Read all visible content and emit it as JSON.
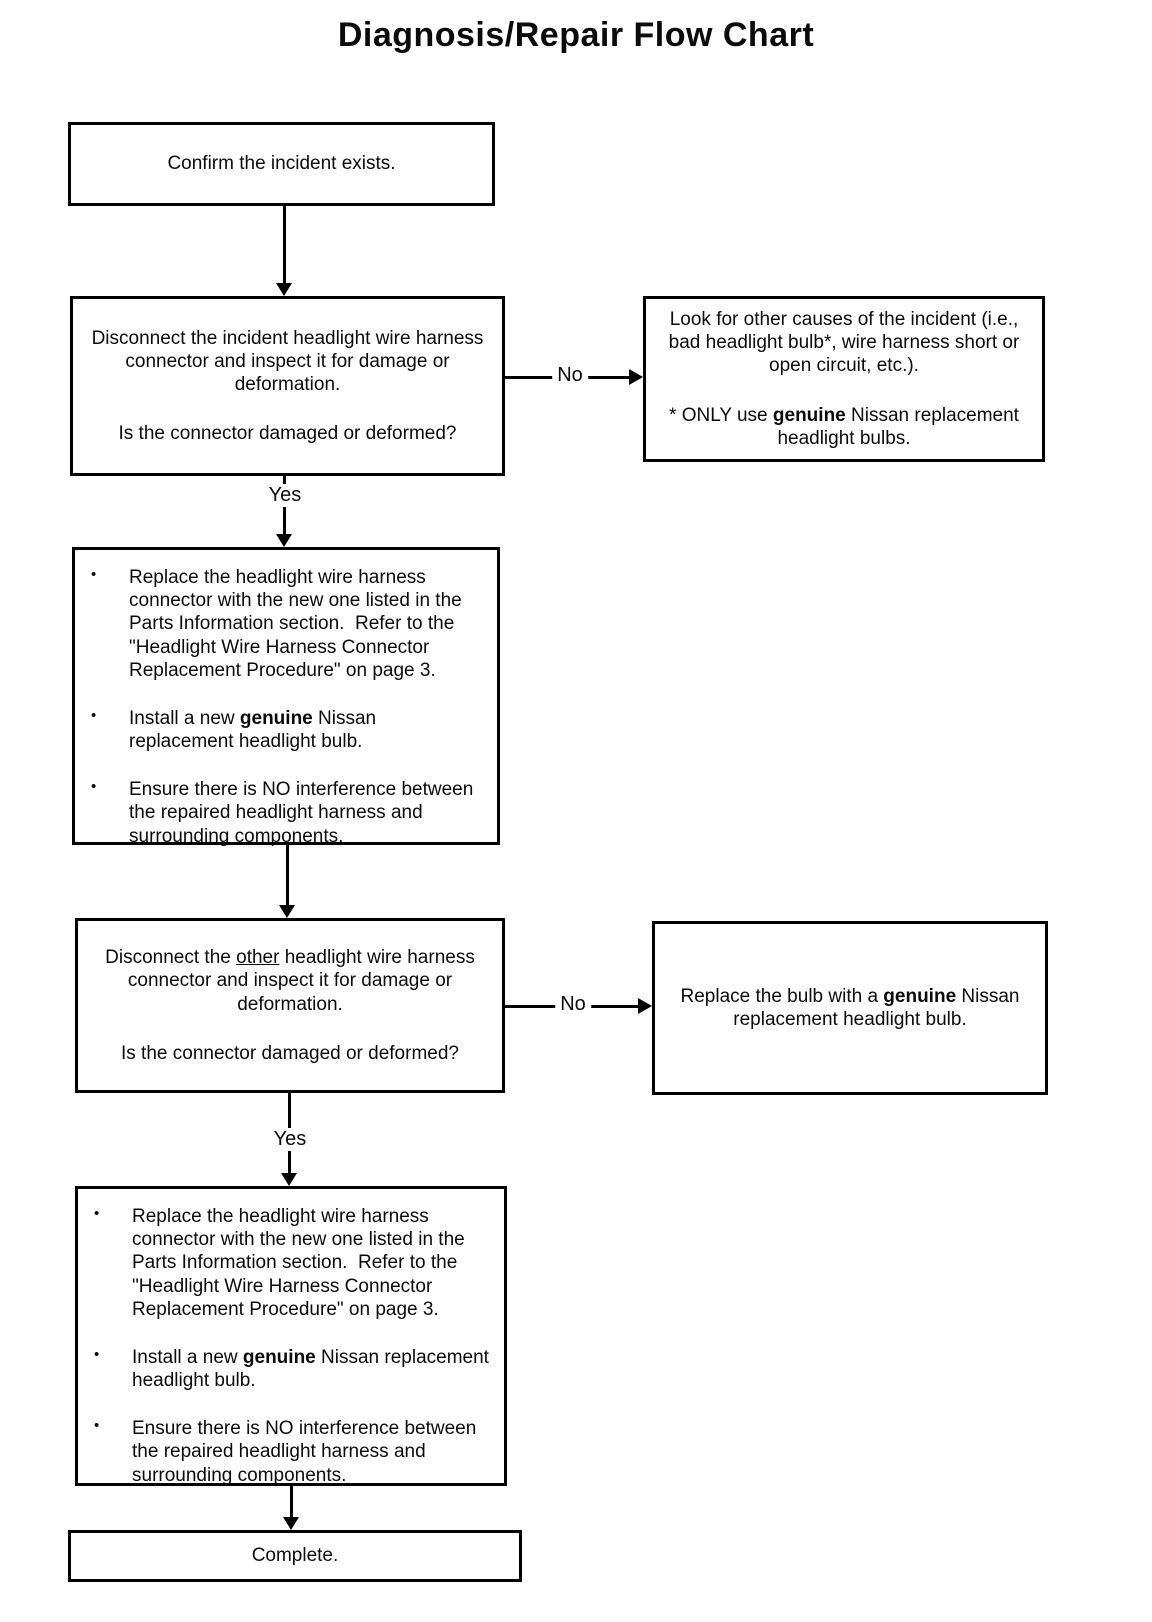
{
  "title": "Diagnosis/Repair Flow Chart",
  "labels": {
    "yes": "Yes",
    "no": "No",
    "bullet": "•"
  },
  "boxes": {
    "confirm": {
      "text": "Confirm the incident exists."
    },
    "decision_incident": {
      "statement": "Disconnect the incident headlight wire harness connector and inspect it for damage or deformation.",
      "question": "Is the connector damaged or deformed?"
    },
    "other_causes": {
      "p1": "Look for other causes of the incident (i.e., bad headlight bulb*, wire harness short or open circuit, etc.).",
      "p2_pre": "* ONLY use ",
      "p2_bold": "genuine",
      "p2_post": " Nissan replacement headlight bulbs."
    },
    "action_repair": {
      "b1": "Replace the headlight wire harness connector with the new one listed in the Parts Information section.  Refer to the \"Headlight Wire Harness Connector Replacement Procedure\" on page 3.",
      "b2_pre": "Install a new ",
      "b2_bold": "genuine",
      "b2_post": " Nissan replacement headlight bulb.",
      "b3": "Ensure there is NO interference between the repaired headlight harness and surrounding components."
    },
    "decision_other": {
      "statement_pre": "Disconnect the ",
      "statement_underline": "other",
      "statement_post": " headlight wire harness connector and inspect it for damage or deformation.",
      "question": "Is the connector damaged or deformed?"
    },
    "replace_bulb": {
      "pre": "Replace the bulb with a ",
      "bold": "genuine",
      "post": " Nissan replacement headlight bulb."
    },
    "complete": {
      "text": "Complete."
    }
  }
}
